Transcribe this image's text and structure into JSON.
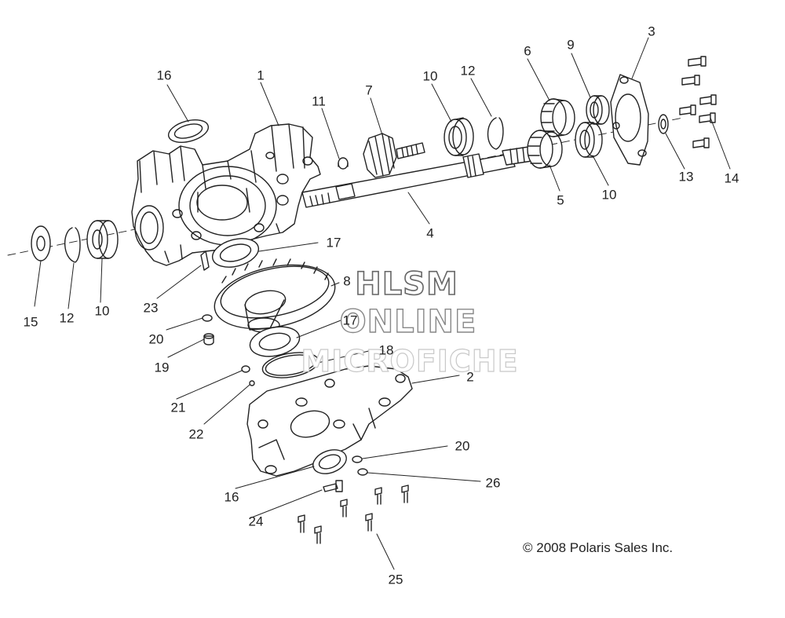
{
  "diagram": {
    "callouts": [
      "1",
      "16",
      "11",
      "7",
      "10",
      "12",
      "6",
      "9",
      "3",
      "13",
      "14",
      "5",
      "10",
      "4",
      "17",
      "8",
      "17",
      "18",
      "15",
      "12",
      "10",
      "23",
      "20",
      "19",
      "21",
      "22",
      "2",
      "20",
      "26",
      "16",
      "24",
      "25"
    ],
    "copyright": "© 2008 Polaris Sales Inc.",
    "watermark": [
      "HLSM",
      "ONLINE",
      "MICROFICHE"
    ]
  }
}
